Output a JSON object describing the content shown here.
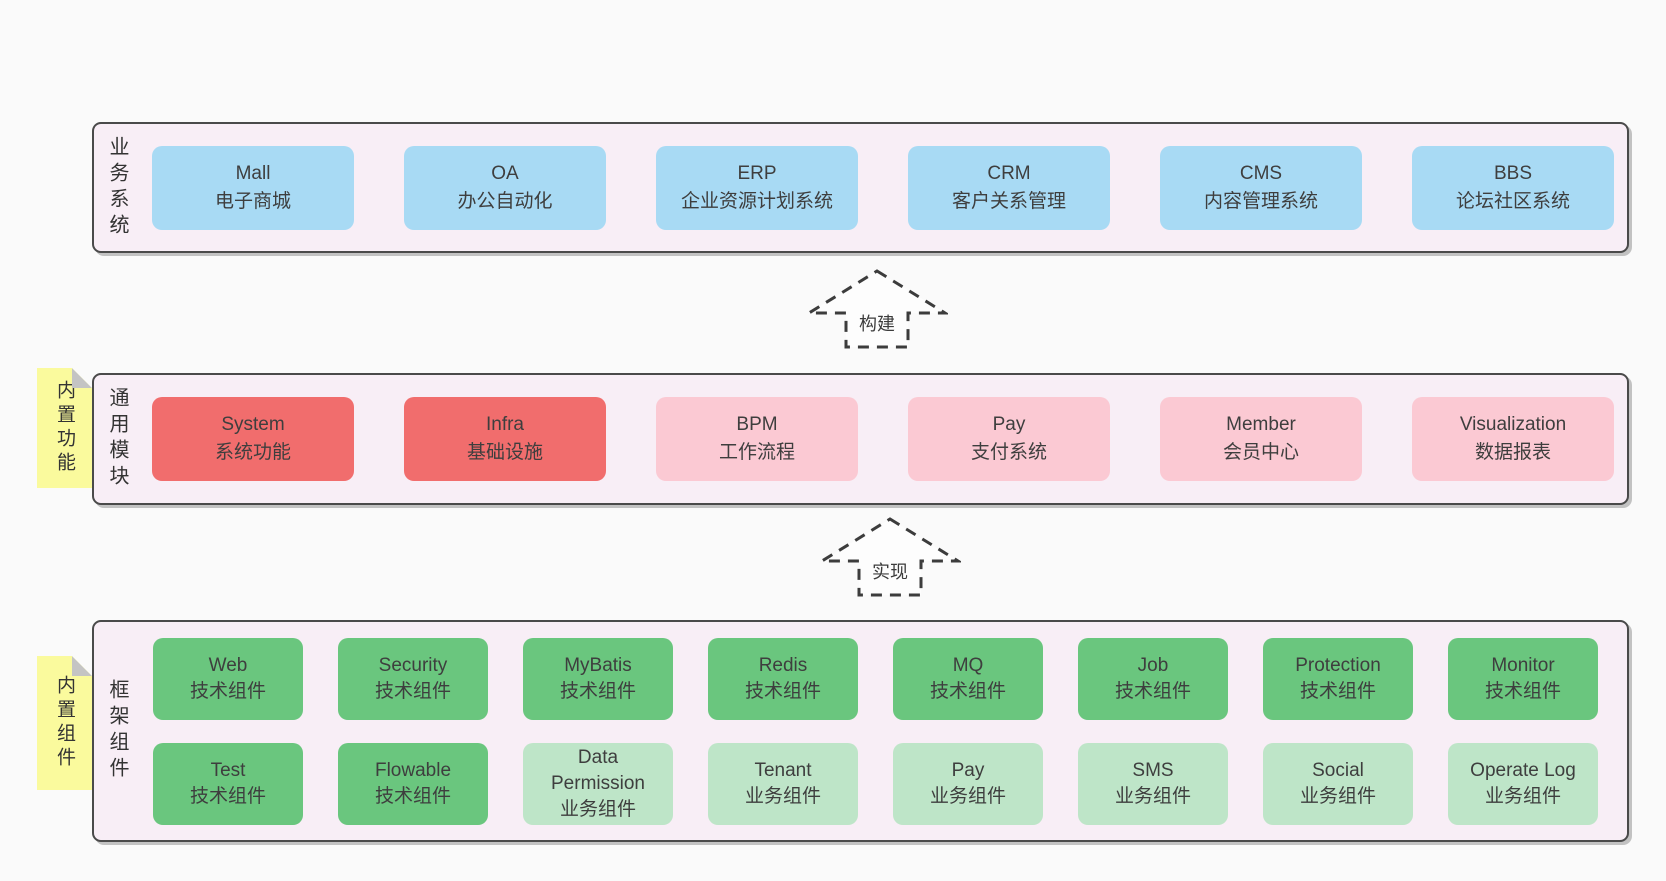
{
  "colors": {
    "page": "#fafafa",
    "band": "#f8eef6",
    "border": "#4a4a4a",
    "blue": "#a8daf4",
    "red": "#f16d6d",
    "pink": "#fbc9d3",
    "green": "#6ac67e",
    "lgreen": "#bee5c8",
    "yellow": "#fafa9d",
    "fold": "#c4c4c4",
    "text": "#3e3e3e",
    "arrowfill": "#fdfdfd"
  },
  "sections": {
    "business": {
      "label": "业务系统",
      "items": [
        {
          "name": "Mall",
          "desc": "电子商城",
          "variant": "blue"
        },
        {
          "name": "OA",
          "desc": "办公自动化",
          "variant": "blue"
        },
        {
          "name": "ERP",
          "desc": "企业资源计划系统",
          "variant": "blue"
        },
        {
          "name": "CRM",
          "desc": "客户关系管理",
          "variant": "blue"
        },
        {
          "name": "CMS",
          "desc": "内容管理系统",
          "variant": "blue"
        },
        {
          "name": "BBS",
          "desc": "论坛社区系统",
          "variant": "blue"
        }
      ]
    },
    "arrow_build": {
      "label": "构建"
    },
    "modules": {
      "label": "通用模块",
      "sticky": "内置功能",
      "items": [
        {
          "name": "System",
          "desc": "系统功能",
          "variant": "red"
        },
        {
          "name": "Infra",
          "desc": "基础设施",
          "variant": "red"
        },
        {
          "name": "BPM",
          "desc": "工作流程",
          "variant": "pink"
        },
        {
          "name": "Pay",
          "desc": "支付系统",
          "variant": "pink"
        },
        {
          "name": "Member",
          "desc": "会员中心",
          "variant": "pink"
        },
        {
          "name": "Visualization",
          "desc": "数据报表",
          "variant": "pink"
        }
      ]
    },
    "arrow_implement": {
      "label": "实现"
    },
    "components": {
      "label": "框架组件",
      "sticky": "内置组件",
      "rows": [
        [
          {
            "name": "Web",
            "desc": "技术组件",
            "variant": "green"
          },
          {
            "name": "Security",
            "desc": "技术组件",
            "variant": "green"
          },
          {
            "name": "MyBatis",
            "desc": "技术组件",
            "variant": "green"
          },
          {
            "name": "Redis",
            "desc": "技术组件",
            "variant": "green"
          },
          {
            "name": "MQ",
            "desc": "技术组件",
            "variant": "green"
          },
          {
            "name": "Job",
            "desc": "技术组件",
            "variant": "green"
          },
          {
            "name": "Protection",
            "desc": "技术组件",
            "variant": "green"
          },
          {
            "name": "Monitor",
            "desc": "技术组件",
            "variant": "green"
          }
        ],
        [
          {
            "name": "Test",
            "desc": "技术组件",
            "variant": "green"
          },
          {
            "name": "Flowable",
            "desc": "技术组件",
            "variant": "green"
          },
          {
            "name": "Data Permission",
            "desc": "业务组件",
            "variant": "lgreen"
          },
          {
            "name": "Tenant",
            "desc": "业务组件",
            "variant": "lgreen"
          },
          {
            "name": "Pay",
            "desc": "业务组件",
            "variant": "lgreen"
          },
          {
            "name": "SMS",
            "desc": "业务组件",
            "variant": "lgreen"
          },
          {
            "name": "Social",
            "desc": "业务组件",
            "variant": "lgreen"
          },
          {
            "name": "Operate Log",
            "desc": "业务组件",
            "variant": "lgreen"
          }
        ]
      ]
    }
  }
}
